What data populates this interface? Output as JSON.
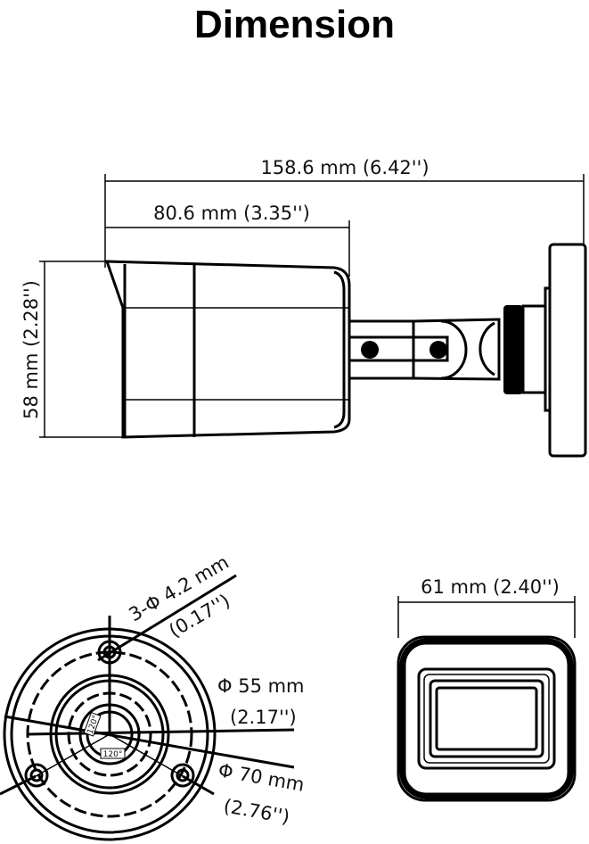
{
  "title": "Dimension",
  "side_view": {
    "total_length": "158.6 mm (6.42'')",
    "body_length": "80.6 mm (3.35'')",
    "height": "58 mm (2.28'')"
  },
  "base_view": {
    "hole_spec": "3-Φ 4.2 mm",
    "hole_spec_inch": "(0.17'')",
    "inner_diameter": "Φ 55 mm",
    "inner_diameter_inch": "(2.17'')",
    "outer_diameter": "Φ 70 mm",
    "outer_diameter_inch": "(2.76'')",
    "angle_1": "120°",
    "angle_2": "120°"
  },
  "front_view": {
    "width": "61 mm (2.40'')"
  }
}
